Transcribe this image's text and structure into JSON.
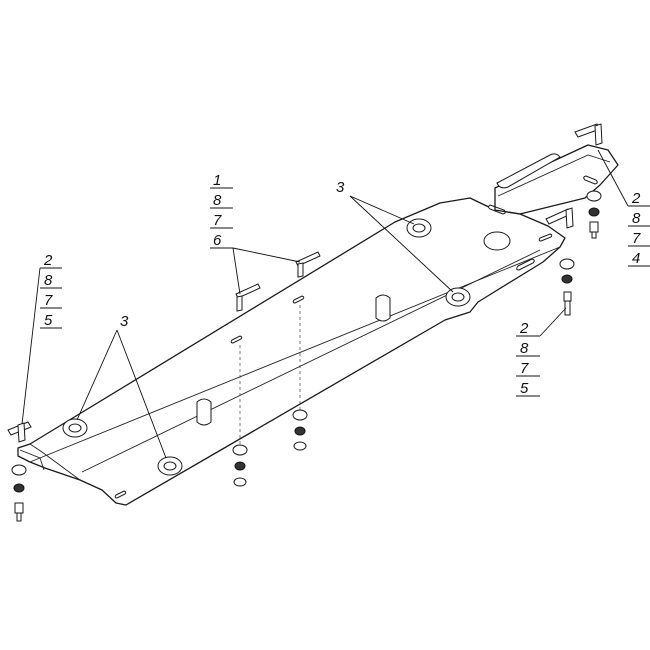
{
  "callouts": {
    "top_center": [
      "1",
      "8",
      "7",
      "6"
    ],
    "top_right": [
      "2",
      "8",
      "7",
      "4"
    ],
    "left": [
      "2",
      "8",
      "7",
      "5"
    ],
    "right": [
      "2",
      "8",
      "7",
      "5"
    ],
    "plate_upper": "3",
    "plate_lower": "3"
  }
}
